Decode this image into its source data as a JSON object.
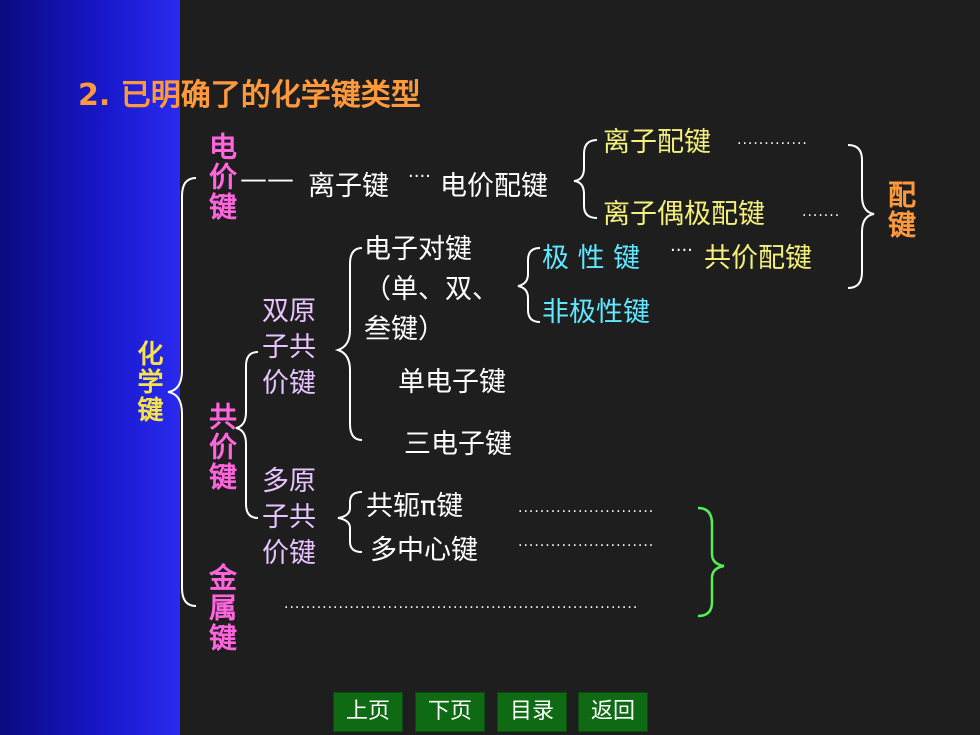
{
  "title": "2. 已明确了的化学键类型",
  "root": "化学键",
  "level1": {
    "ionic": "电价键",
    "covalent": "共价键",
    "metallic": "金属键"
  },
  "ionic_branch": {
    "dash": "——",
    "ionic_bond": "离子键",
    "dots": "····",
    "ionic_coord": "电价配键"
  },
  "ionic_coord_children": {
    "ion_coord": "离子配键",
    "ion_dipole": "离子偶极配键"
  },
  "coord_label": "配键",
  "diatomic": {
    "label_lines": [
      "双原",
      "子共",
      "价键"
    ],
    "electron_pair_lines": [
      "电子对键",
      "（单、双、",
      "叁键）"
    ],
    "polar": "极 性 键",
    "polar_dots": "····",
    "covalent_coord": "共价配键",
    "nonpolar": "非极性键",
    "single_electron": "单电子键",
    "three_electron": "三电子键"
  },
  "polyatomic": {
    "label_lines": [
      "多原",
      "子共",
      "价键"
    ],
    "conjugated_pi": "共轭π键",
    "multicenter": "多中心键"
  },
  "leader_dots": {
    "short": "·············",
    "medium": "·······",
    "long1": "·························",
    "long2": "·························",
    "long3": "·································································"
  },
  "nav": {
    "prev": "上页",
    "next": "下页",
    "toc": "目录",
    "back": "返回"
  },
  "colors": {
    "background": "#1e1e1e",
    "left_band": "#1717c8",
    "title": "#ff9a3c",
    "root": "#f5e34a",
    "level1": "#ff66dd",
    "coord_label": "#ff9a3c",
    "yellow_text": "#f5f07a",
    "cyan_text": "#5fe8ff",
    "lavender_text": "#e8c4ff",
    "green_bracket": "#55ee55",
    "nav_button": "#0e6b14"
  }
}
